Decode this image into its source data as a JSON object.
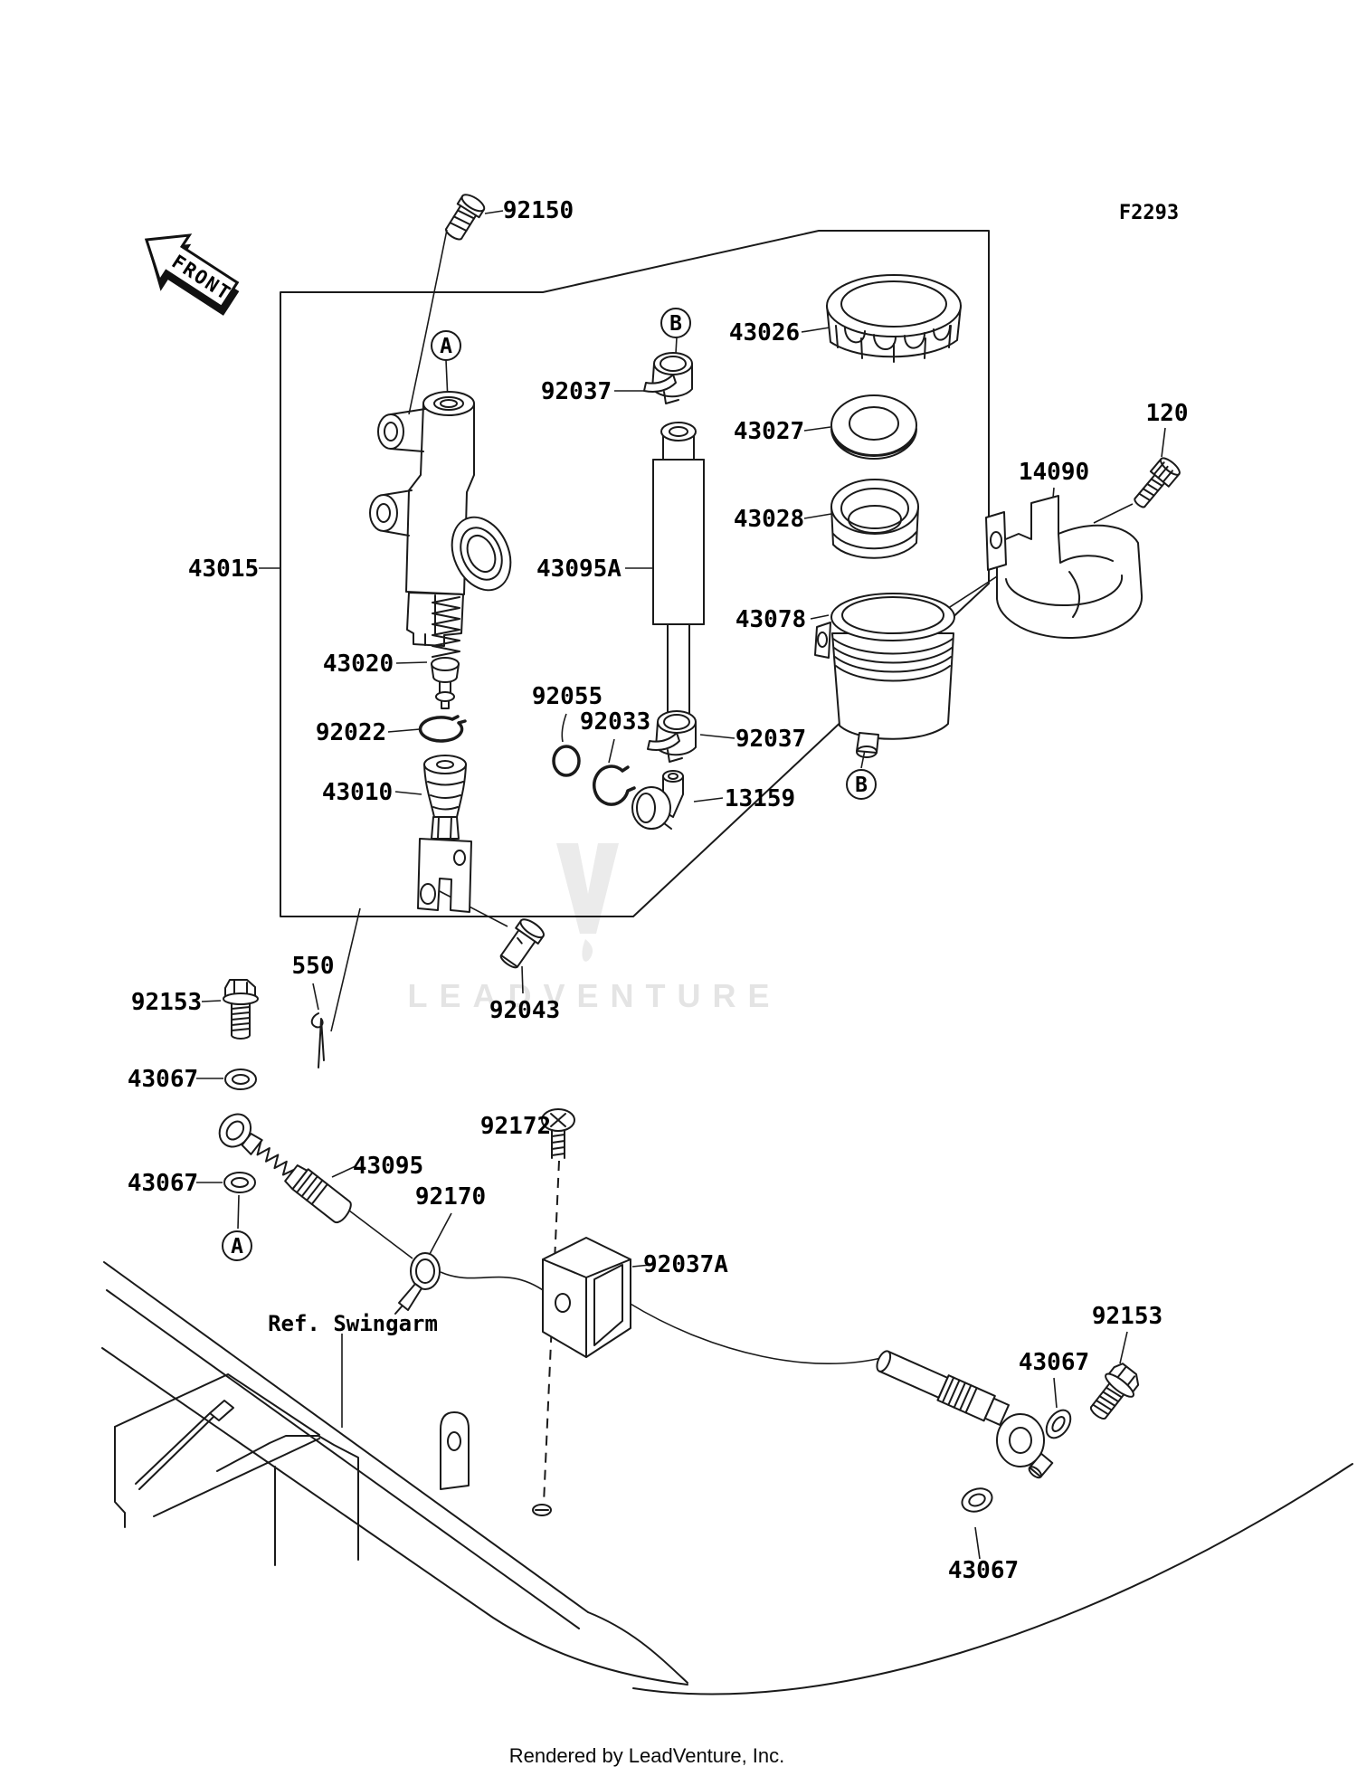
{
  "page": {
    "figure_code": "F2293",
    "front_label": "FRONT",
    "ref_label": "Ref. Swingarm",
    "watermark_text": "LEADVENTURE",
    "footer_text": "Rendered by LeadVenture, Inc.",
    "line_color": "#1a1a1a",
    "watermark_color": "#e4e4e4"
  },
  "callouts": {
    "a": "A",
    "b": "B"
  },
  "parts": [
    "92150",
    "43026",
    "92037",
    "43027",
    "43028",
    "14090",
    "120",
    "43015",
    "43095A",
    "43078",
    "43020",
    "92055",
    "92033",
    "92022",
    "92037",
    "43010",
    "13159",
    "550",
    "92153",
    "92043",
    "43067",
    "43067",
    "43095",
    "92170",
    "92172",
    "92037A",
    "92153",
    "43067",
    "43067"
  ]
}
